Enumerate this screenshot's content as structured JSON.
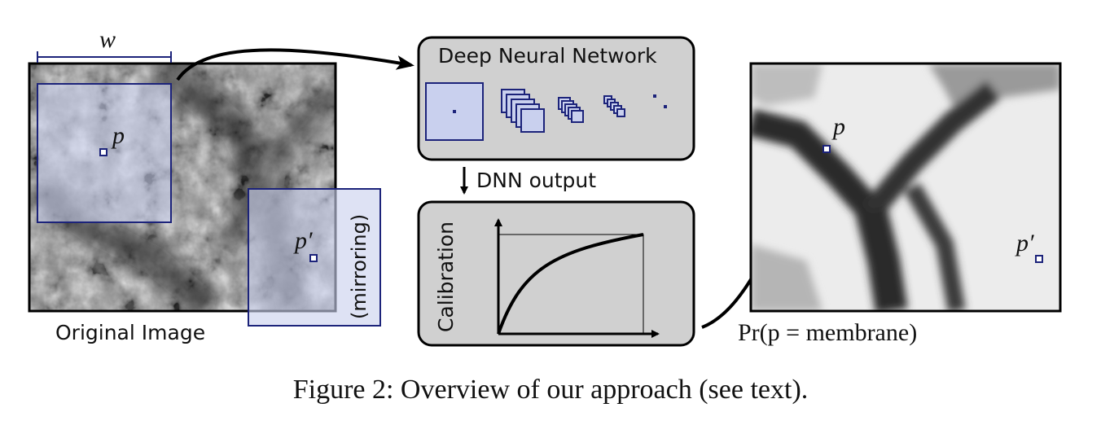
{
  "labels": {
    "window_width": "w",
    "point": "p",
    "point_mirror": "p′",
    "mirroring": "(mirroring)",
    "original_image": "Original Image",
    "dnn_title": "Deep Neural Network",
    "dnn_output": "DNN output",
    "calibration": "Calibration",
    "probability": "Pr(p = membrane)",
    "prob_point": "p",
    "prob_point_mirror": "p′"
  },
  "caption": "Figure 2: Overview of our approach (see text).",
  "colors": {
    "window_fill": "#c9d0ee",
    "window_stroke": "#1c237a",
    "panel_fill": "#d0d0d0",
    "membrane_dark": "#2b2b2b"
  }
}
